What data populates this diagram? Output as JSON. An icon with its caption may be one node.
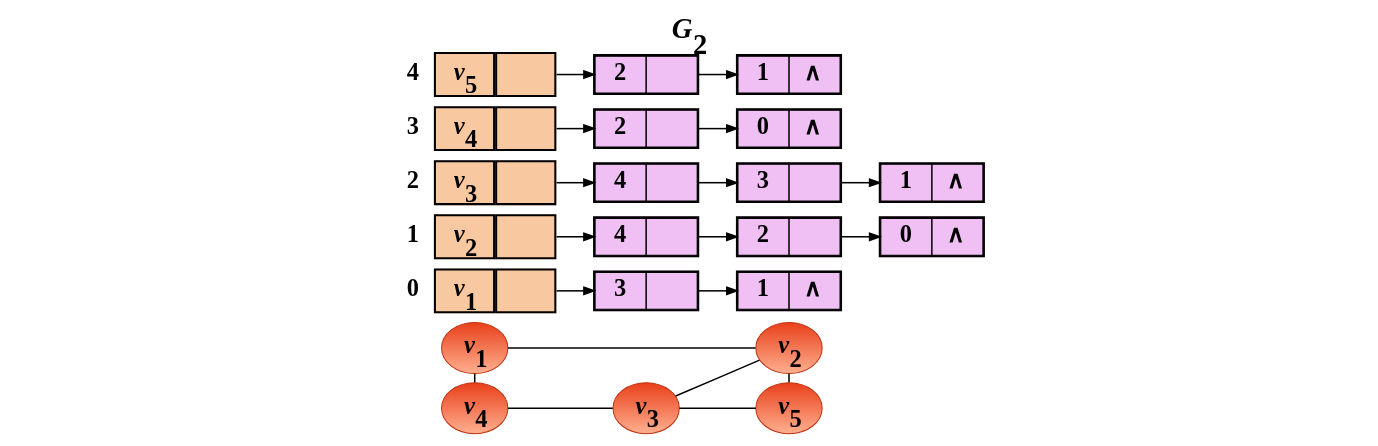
{
  "diagram": {
    "title": "*G*$_{2}$",
    "nodes": [
      {
        "text": [
          "*v*$_{1}$"
        ]
      },
      {
        "text": [
          "*v*$_{2}$"
        ]
      },
      {
        "text": [
          "*v*$_{3}$"
        ]
      },
      {
        "text": [
          "*v*$_{4}$"
        ]
      },
      {
        "text": [
          "*v*$_{5}$"
        ]
      },
      {
        "text": [
          "*v*$_{1}$"
        ],
        "beside": [
          "0"
        ]
      },
      {
        "text": [
          "*v*$_{2}$"
        ],
        "beside": [
          "1"
        ]
      },
      {
        "text": [
          "*v*$_{3}$"
        ],
        "beside": [
          "2"
        ]
      },
      {
        "text": [
          "*v*$_{4}$"
        ],
        "beside": [
          "3"
        ]
      },
      {
        "text": [
          "*v*$_{5}$"
        ],
        "beside": [
          "4"
        ]
      },
      {
        "text": [
          "3"
        ]
      },
      {
        "text": [
          "1",
          "∧"
        ]
      },
      {
        "text": [
          "4"
        ]
      },
      {
        "text": [
          "2"
        ]
      },
      {
        "text": [
          "0",
          "∧"
        ]
      },
      {
        "text": [
          "4"
        ]
      },
      {
        "text": [
          "3"
        ]
      },
      {
        "text": [
          "1",
          "∧"
        ]
      },
      {
        "text": [
          "2"
        ]
      },
      {
        "text": [
          "0",
          "∧"
        ]
      },
      {
        "text": [
          "2"
        ]
      },
      {
        "text": [
          "1",
          "∧"
        ]
      }
    ],
    "edges": [
      {
        "from": 0,
        "to": 1,
        "arrow": "none"
      },
      {
        "from": 0,
        "to": 3,
        "arrow": "none"
      },
      {
        "from": 2,
        "to": 1,
        "arrow": "none"
      },
      {
        "from": 1,
        "to": 4,
        "arrow": "none"
      },
      {
        "from": 3,
        "to": 2,
        "arrow": "none"
      },
      {
        "from": 2,
        "to": 4,
        "arrow": "none"
      },
      {
        "from": 5,
        "to": 10,
        "arrow": "to"
      },
      {
        "from": 10,
        "to": 11,
        "arrow": "to"
      },
      {
        "from": 6,
        "to": 12,
        "arrow": "to"
      },
      {
        "from": 12,
        "to": 13,
        "arrow": "to"
      },
      {
        "from": 13,
        "to": 14,
        "arrow": "to"
      },
      {
        "from": 7,
        "to": 15,
        "arrow": "to"
      },
      {
        "from": 15,
        "to": 16,
        "arrow": "to"
      },
      {
        "from": 16,
        "to": 17,
        "arrow": "to"
      },
      {
        "from": 8,
        "to": 18,
        "arrow": "to"
      },
      {
        "from": 18,
        "to": 19,
        "arrow": "to"
      },
      {
        "from": 9,
        "to": 20,
        "arrow": "to"
      },
      {
        "from": 20,
        "to": 21,
        "arrow": "to"
      }
    ]
  }
}
